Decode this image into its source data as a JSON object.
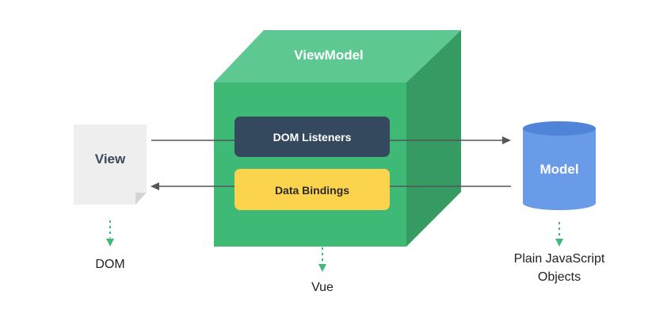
{
  "viewmodel": {
    "title": "ViewModel",
    "caption": "Vue"
  },
  "view": {
    "title": "View",
    "caption": "DOM"
  },
  "model": {
    "title": "Model",
    "caption_line1": "Plain JavaScript",
    "caption_line2": "Objects"
  },
  "dom_listeners": {
    "label": "DOM Listeners"
  },
  "data_bindings": {
    "label": "Data Bindings"
  },
  "colors": {
    "cube_front": "#3fba76",
    "cube_top": "#5ec892",
    "cube_side": "#359b63",
    "dom_listeners_bg": "#34495e",
    "data_bindings_bg": "#fcd34d",
    "model_cylinder": "#6a9be8",
    "model_cylinder_top": "#4f84d9",
    "view_page": "#eeeeee",
    "arrow": "#555555",
    "dashed_arrow": "#3fba76"
  }
}
